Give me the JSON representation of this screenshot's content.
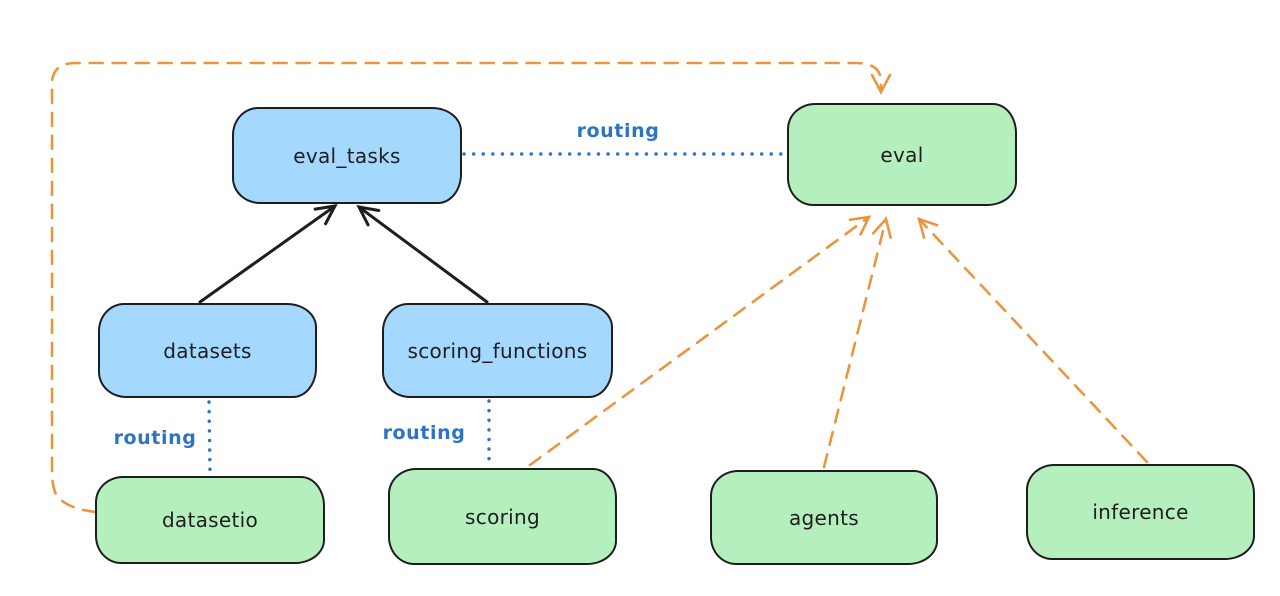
{
  "diagram": {
    "background_color": "#ffffff",
    "colors": {
      "blue_node_fill": "#a5d8ff",
      "green_node_fill": "#b5efbe",
      "node_stroke": "#1e1e1e",
      "black_arrow": "#1e1e1e",
      "routing_blue": "#2e74c2",
      "orange_dashed": "#e8963f"
    },
    "nodes": [
      {
        "id": "eval_tasks",
        "label": "eval_tasks",
        "color": "blue"
      },
      {
        "id": "eval",
        "label": "eval",
        "color": "green"
      },
      {
        "id": "datasets",
        "label": "datasets",
        "color": "blue"
      },
      {
        "id": "scoring_functions",
        "label": "scoring_functions",
        "color": "blue"
      },
      {
        "id": "datasetio",
        "label": "datasetio",
        "color": "green"
      },
      {
        "id": "scoring",
        "label": "scoring",
        "color": "green"
      },
      {
        "id": "agents",
        "label": "agents",
        "color": "green"
      },
      {
        "id": "inference",
        "label": "inference",
        "color": "green"
      }
    ],
    "edges": [
      {
        "from": "datasets",
        "to": "eval_tasks",
        "style": "solid-black-arrow",
        "label": ""
      },
      {
        "from": "scoring_functions",
        "to": "eval_tasks",
        "style": "solid-black-arrow",
        "label": ""
      },
      {
        "from": "eval_tasks",
        "to": "eval",
        "style": "dotted-blue",
        "label": "routing"
      },
      {
        "from": "datasets",
        "to": "datasetio",
        "style": "dotted-blue",
        "label": "routing"
      },
      {
        "from": "scoring_functions",
        "to": "scoring",
        "style": "dotted-blue",
        "label": "routing"
      },
      {
        "from": "datasetio",
        "to": "eval",
        "style": "dashed-orange-arrow",
        "label": ""
      },
      {
        "from": "scoring",
        "to": "eval",
        "style": "dashed-orange-arrow",
        "label": ""
      },
      {
        "from": "agents",
        "to": "eval",
        "style": "dashed-orange-arrow",
        "label": ""
      },
      {
        "from": "inference",
        "to": "eval",
        "style": "dashed-orange-arrow",
        "label": ""
      }
    ]
  }
}
